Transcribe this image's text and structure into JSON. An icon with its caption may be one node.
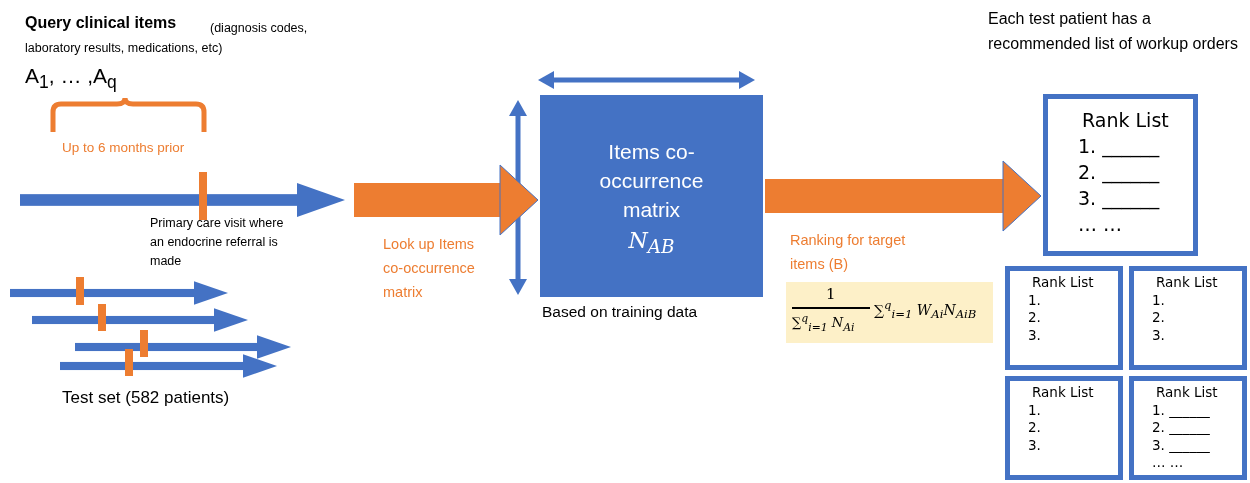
{
  "diagram": {
    "nodes": [
      {
        "text": [],
        "shape": "picture",
        "beside": [
          "Test set (582 patients)"
        ]
      },
      {
        "text": [
          "Items co-occurrence matrix",
          "N$_{AB}$"
        ],
        "beside": [
          "Based on training data"
        ]
      },
      {
        "text": [
          "Rank List",
          "1. ______",
          "2. ______",
          "3. ______",
          "… …"
        ]
      },
      {
        "text": [
          "Rank List",
          "1.",
          "2.",
          "3."
        ]
      },
      {
        "text": [
          "Rank List",
          "1.",
          "2.",
          "3."
        ]
      },
      {
        "text": [
          "Rank List",
          "1.",
          "2.",
          "3."
        ]
      },
      {
        "text": [
          "Rank List",
          "1. ______",
          "2. ______",
          "3. ______",
          "… …"
        ]
      }
    ],
    "edges": [
      {
        "from": 0,
        "to": 1,
        "arrow": "to",
        "label": "Look up Items co-occurrence matrix"
      },
      {
        "from": 1,
        "to": 2,
        "arrow": "to",
        "label": "Ranking for target items (B)"
      }
    ],
    "labels": [
      "Query clinical items",
      "(diagnosis codes, laboratory results, medications, etc)",
      "A$_{1}$, … ,A$_{q}$",
      "Up to 6 months prior",
      "Primary care visit where an endocrine referral is made",
      "Each test patient has a recommended list of workup orders",
      "1",
      "∑$^{q}$$_{i=1}$ N$_{Ai}$",
      "∑$^{q}$$_{i=1}$ W$_{Ai}$N$_{AiB}$"
    ]
  }
}
